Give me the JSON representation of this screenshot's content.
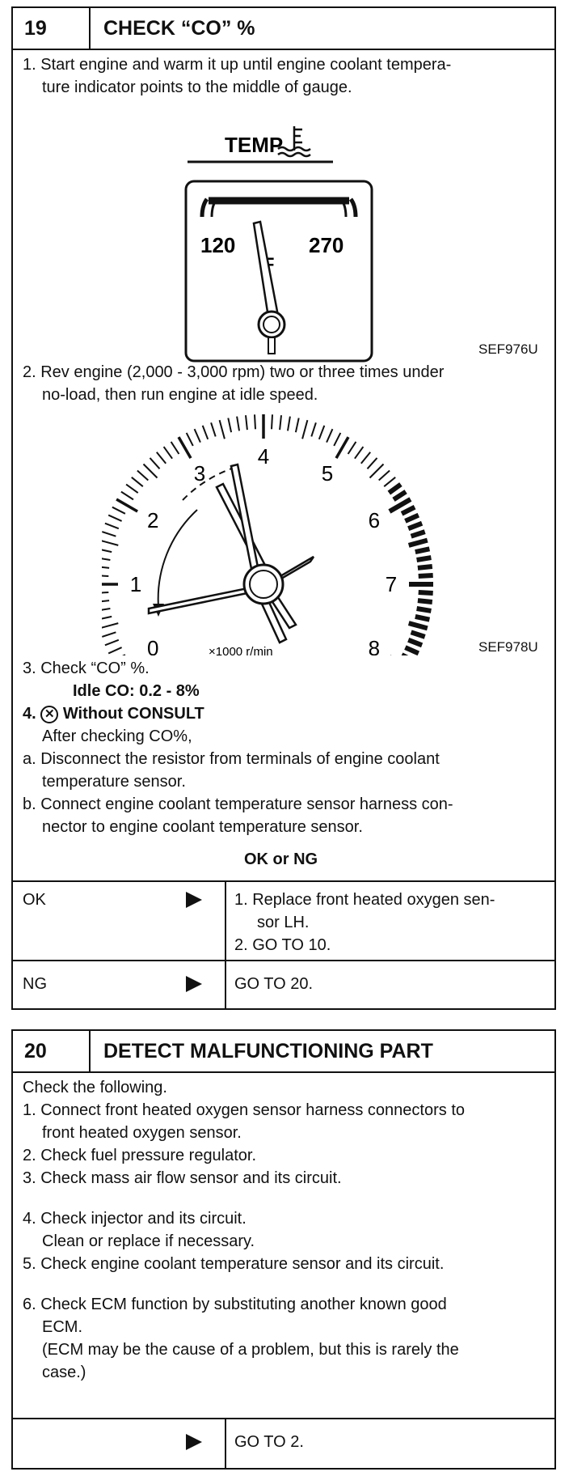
{
  "step19": {
    "number": "19",
    "title": "CHECK “CO” %",
    "item1_line1": "1. Start engine and warm it up until engine coolant tempera-",
    "item1_line2": "ture indicator points to the middle of gauge.",
    "temp_gauge": {
      "label": "TEMP",
      "icon": "coolant-temperature-icon",
      "low": "120",
      "high": "270",
      "mark": "F",
      "code": "SEF976U"
    },
    "item2_line1": "2. Rev engine (2,000 - 3,000 rpm) two or three times under",
    "item2_line2": "no-load, then run engine at idle speed.",
    "tachometer": {
      "numerals": [
        "0",
        "1",
        "2",
        "3",
        "4",
        "5",
        "6",
        "7",
        "8"
      ],
      "unit": "×1000 r/min",
      "code": "SEF978U"
    },
    "item3": "3. Check “CO” %.",
    "idle_co": "Idle CO: 0.2 - 8%",
    "item4_num": "4.",
    "item4_icon": "no-consult-icon",
    "item4_title": "Without CONSULT",
    "item4_sub": "After checking CO%,",
    "item_a_line1": "a. Disconnect the resistor from terminals of engine coolant",
    "item_a_line2": "temperature sensor.",
    "item_b_line1": "b. Connect engine coolant temperature sensor harness con-",
    "item_b_line2": "nector to engine coolant temperature sensor.",
    "result_header": "OK or NG",
    "ok_label": "OK",
    "ok_action_line1": "1.  Replace front heated oxygen sen-",
    "ok_action_line2": "sor LH.",
    "ok_action_line3": "2.  GO TO 10.",
    "ng_label": "NG",
    "ng_action": "GO TO 20."
  },
  "step20": {
    "number": "20",
    "title": "DETECT MALFUNCTIONING PART",
    "intro": "Check the following.",
    "l1a": "1. Connect front heated oxygen sensor harness connectors to",
    "l1b": "front heated oxygen sensor.",
    "l2": "2. Check fuel pressure regulator.",
    "l3": "3. Check mass air flow sensor and its circuit.",
    "l4a": "4. Check injector and its circuit.",
    "l4b": "Clean or replace if necessary.",
    "l5": "5. Check engine coolant temperature sensor and its circuit.",
    "l6a": "6. Check ECM function by substituting another known good",
    "l6b": "ECM.",
    "l6c": "(ECM may be the cause of a problem, but this is rarely the",
    "l6d": "case.)",
    "final_action": "GO TO 2."
  }
}
